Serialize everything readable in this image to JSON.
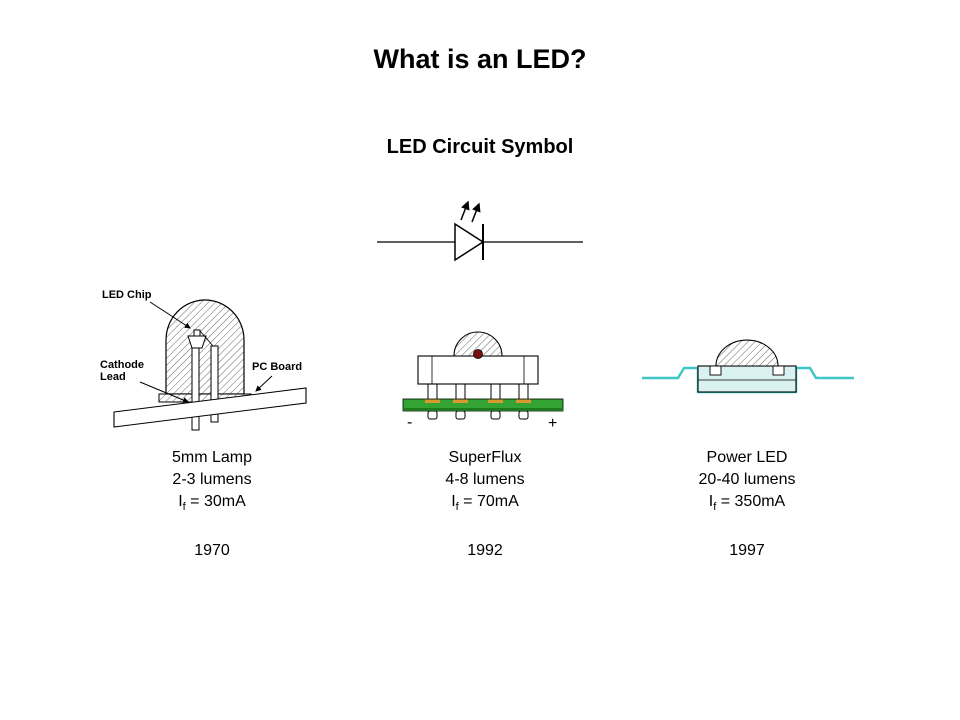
{
  "slide": {
    "title": "What is an LED?",
    "subtitle": "LED Circuit Symbol"
  },
  "labels": {
    "led_chip": "LED Chip",
    "cathode1": "Cathode",
    "cathode2": "Lead",
    "pc_board": "PC Board",
    "minus": "-",
    "plus": "+"
  },
  "cards": [
    {
      "name": "5mm Lamp",
      "lumens": "2-3 lumens",
      "current_pre": "I",
      "current_sub": "f",
      "current_rest": " = 30mA",
      "year": "1970"
    },
    {
      "name": "SuperFlux",
      "lumens": "4-8 lumens",
      "current_pre": "I",
      "current_sub": "f",
      "current_rest": " = 70mA",
      "year": "1992"
    },
    {
      "name": "Power LED",
      "lumens": "20-40 lumens",
      "current_pre": "I",
      "current_sub": "f",
      "current_rest": " = 350mA",
      "year": "1997"
    }
  ],
  "colors": {
    "pcb_green": "#33a433",
    "pcb_green_dark": "#1f7a1f",
    "pad_gold": "#d89a2e",
    "chip_red": "#7a1010",
    "solder_cyan": "#3fc6c6",
    "leadframe_blue": "#d9f1f1"
  }
}
